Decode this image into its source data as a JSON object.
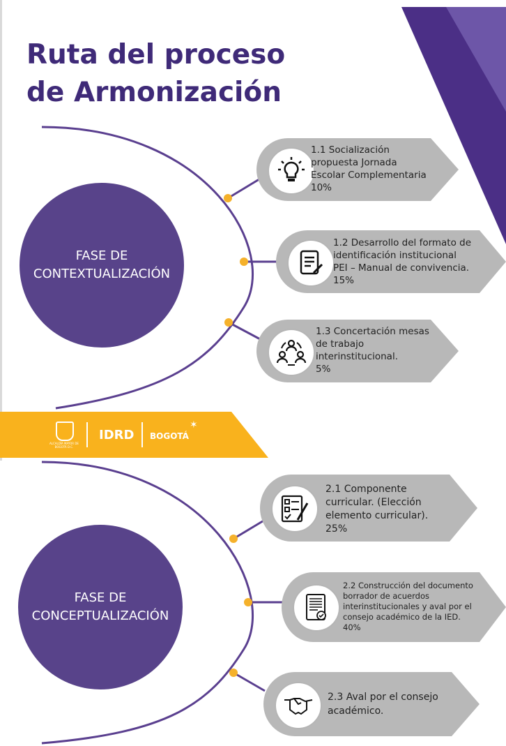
{
  "title": {
    "line1": "Ruta del proceso",
    "line2": "de Armonización"
  },
  "colors": {
    "purple": "#58438a",
    "dark_purple": "#3f2a78",
    "gold": "#f5b12b",
    "gray_arrow": "#b8b8b8",
    "banner": "#f9b21d"
  },
  "phase1": {
    "label_line1": "FASE DE",
    "label_line2": "CONTEXTUALIZACIÓN",
    "steps": [
      {
        "icon": "lightbulb-icon",
        "lines": [
          "1.1 Socialización",
          "propuesta Jornada",
          "Escolar Complementaria",
          "10%"
        ]
      },
      {
        "icon": "document-pen-icon",
        "lines": [
          "1.2 Desarrollo del  formato de",
          "identificación institucional",
          "PEI – Manual de convivencia.",
          "15%"
        ]
      },
      {
        "icon": "group-people-icon",
        "lines": [
          "1.3 Concertación mesas",
          "de trabajo",
          "interinstitucional.",
          "5%"
        ]
      }
    ]
  },
  "banner": {
    "logo1": "ALCALDÍA MAYOR DE BOGOTÁ D.C.",
    "logo2": "IDRD",
    "logo3": "BOGOTÁ"
  },
  "phase2": {
    "label_line1": "FASE DE",
    "label_line2": "CONCEPTUALIZACIÓN",
    "steps": [
      {
        "icon": "form-checklist-icon",
        "lines": [
          "2.1 Componente",
          "curricular. (Elección",
          "elemento curricular).",
          "25%"
        ]
      },
      {
        "icon": "document-seal-icon",
        "lines": [
          "2.2 Construcción  del documento",
          "borrador de acuerdos",
          "interinstitucionales y aval por el",
          "consejo académico de la IED.",
          "40%"
        ]
      },
      {
        "icon": "handshake-icon",
        "lines": [
          "2.3 Aval por el consejo",
          "académico."
        ]
      }
    ]
  }
}
